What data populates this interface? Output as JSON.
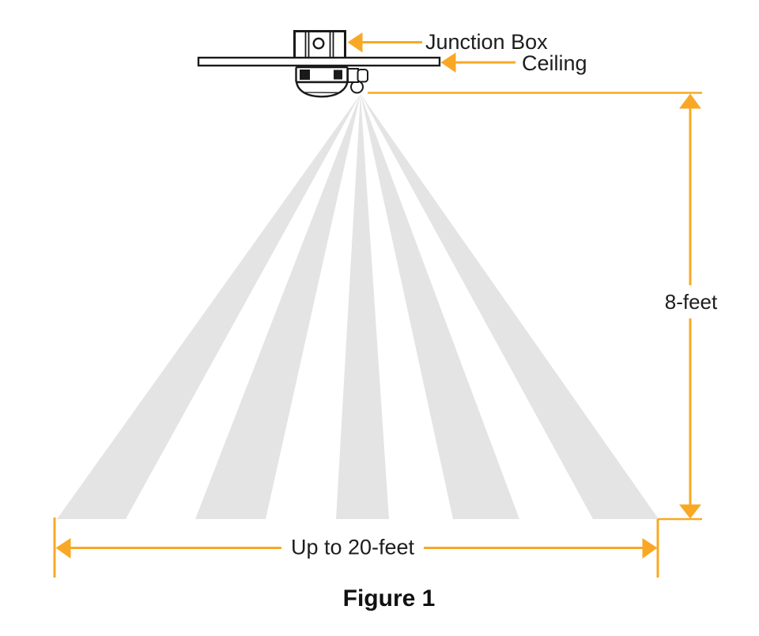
{
  "figure": {
    "caption": "Figure 1"
  },
  "labels": {
    "junction_box": "Junction Box",
    "ceiling": "Ceiling",
    "mount_height": "8-feet",
    "coverage_width": "Up to 20-feet"
  },
  "diagram": {
    "beam_count": 5
  },
  "colors": {
    "accent_orange": "#F9A825",
    "beam_gray": "#E4E4E4",
    "outline_black": "#1A1A1A",
    "text_black": "#1D1D1D",
    "page_bg": "#FFFFFF"
  }
}
